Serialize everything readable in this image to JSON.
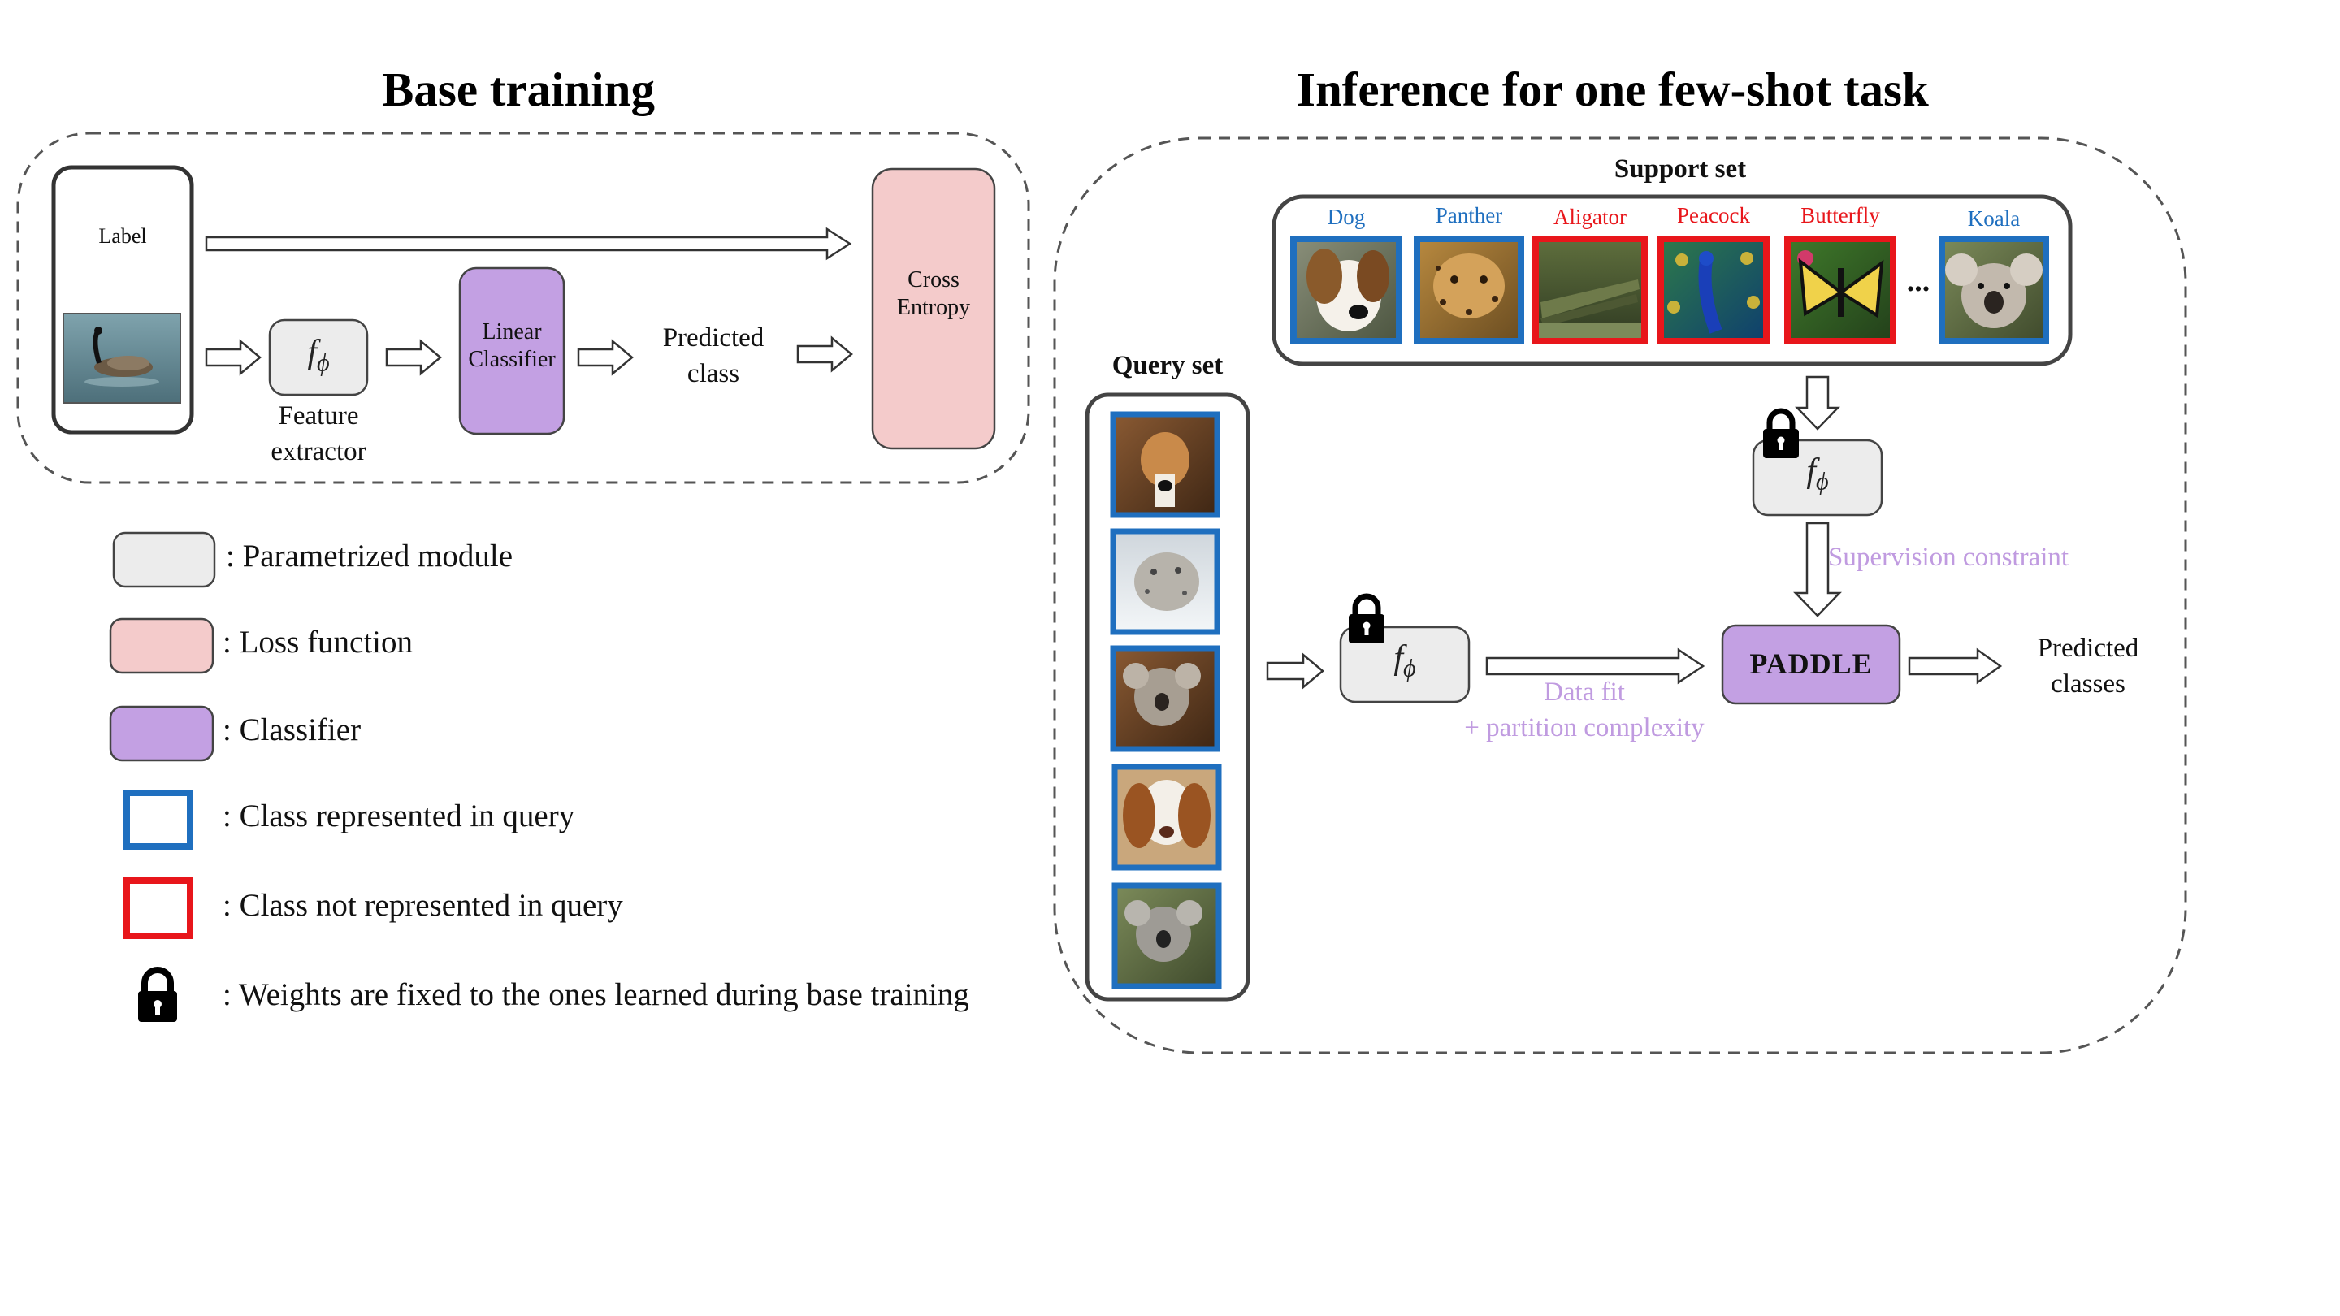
{
  "base_training": {
    "title": "Base training",
    "label_text": "Label",
    "feature_extractor_symbol": "f",
    "feature_extractor_subscript": "ϕ",
    "feature_extractor_caption_line1": "Feature",
    "feature_extractor_caption_line2": "extractor",
    "linear_classifier_line1": "Linear",
    "linear_classifier_line2": "Classifier",
    "predicted_line1": "Predicted",
    "predicted_line2": "class",
    "cross_entropy_line1": "Cross",
    "cross_entropy_line2": "Entropy",
    "image_subject": "goose-on-water"
  },
  "legend": {
    "items": [
      {
        "swatch": "parametrized",
        "text": ": Parametrized module"
      },
      {
        "swatch": "loss",
        "text": ": Loss function"
      },
      {
        "swatch": "classifier",
        "text": ": Classifier"
      },
      {
        "swatch": "blue-frame",
        "text": ": Class represented in query"
      },
      {
        "swatch": "red-frame",
        "text": ": Class not represented in query"
      },
      {
        "swatch": "lock",
        "text": ": Weights are fixed to the ones learned during base training"
      }
    ]
  },
  "inference": {
    "title": "Inference for one few-shot task",
    "support_set_title": "Support set",
    "support_classes": [
      {
        "name": "Dog",
        "represented": true
      },
      {
        "name": "Panther",
        "represented": true
      },
      {
        "name": "Aligator",
        "represented": false
      },
      {
        "name": "Peacock",
        "represented": false
      },
      {
        "name": "Butterfly",
        "represented": false
      },
      {
        "name": "Koala",
        "represented": true
      }
    ],
    "ellipsis": "...",
    "query_set_title": "Query set",
    "query_images": [
      "dog",
      "snow-leopard",
      "koala",
      "dog",
      "koala"
    ],
    "feature_extractor_symbol": "f",
    "feature_extractor_subscript": "ϕ",
    "supervision_label": "Supervision constraint",
    "data_fit_line1": "Data fit",
    "data_fit_line2": "+ partition complexity",
    "paddle_label": "PADDLE",
    "predicted_line1": "Predicted",
    "predicted_line2": "classes"
  },
  "colors": {
    "parametrized_fill": "#ececec",
    "loss_fill": "#f4cbcb",
    "classifier_fill": "#c3a0e3",
    "blue_frame": "#1f6fbf",
    "red_frame": "#e8161b",
    "purple_text": "#c09be0",
    "blue_text": "#1f6fbf",
    "red_text": "#e8161b"
  },
  "icons": {
    "lock": "lock-icon",
    "arrow": "hollow-arrow-icon"
  }
}
